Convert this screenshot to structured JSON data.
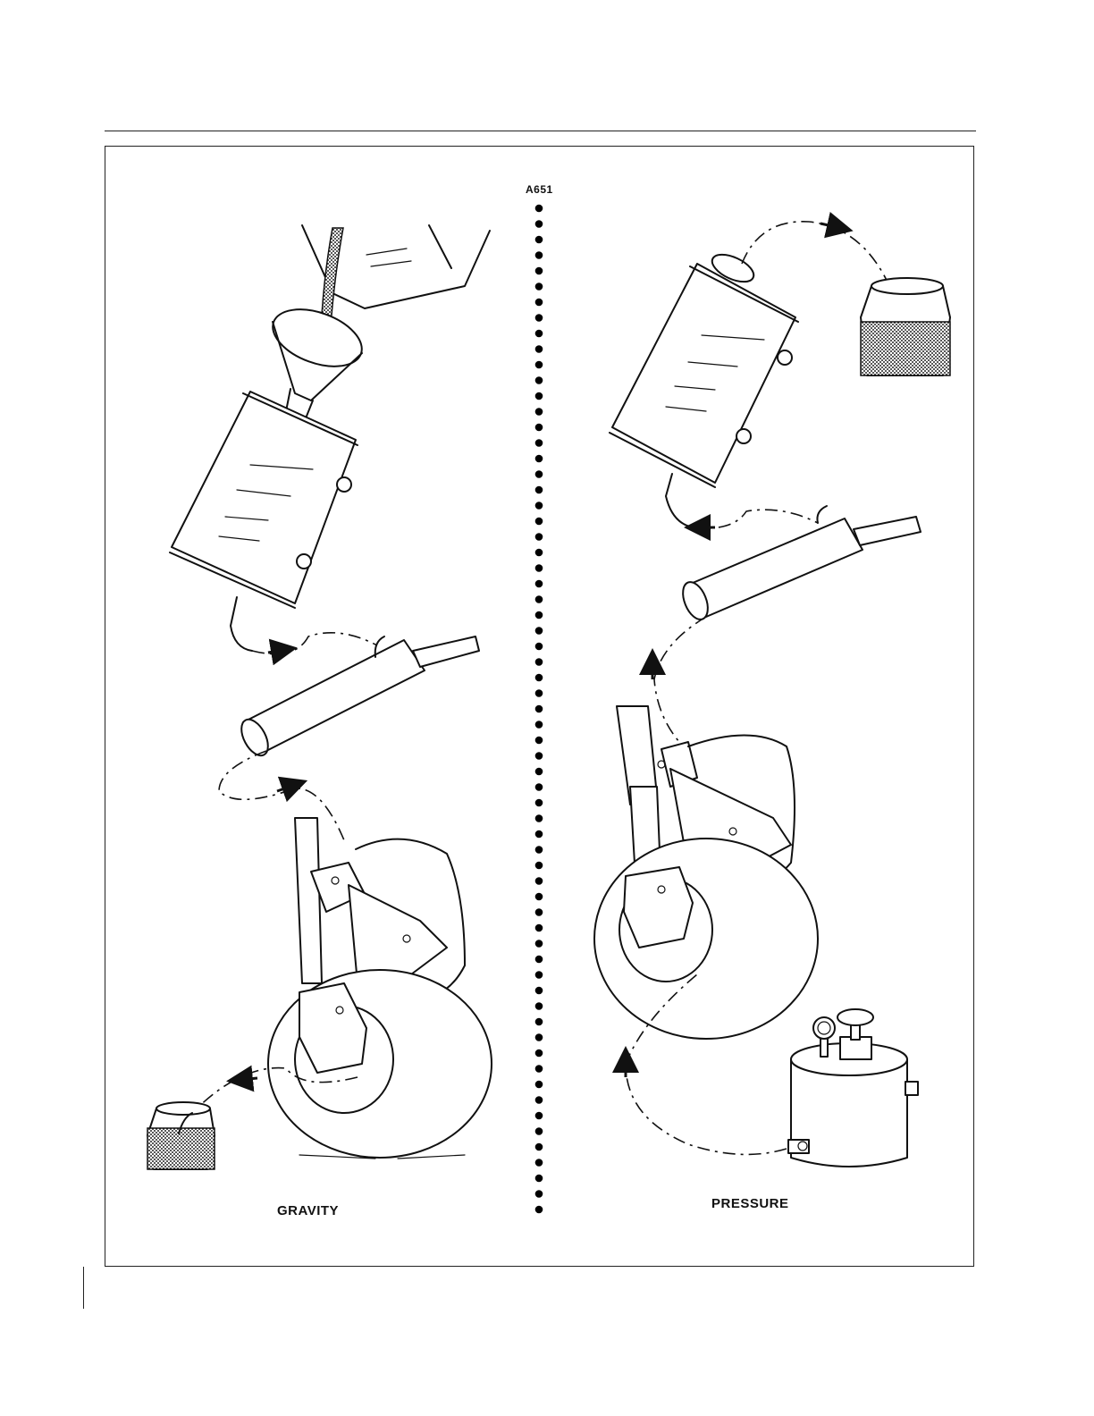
{
  "figure": {
    "code": "A651",
    "gravity_label": "GRAVITY",
    "pressure_label": "PRESSURE"
  },
  "colors": {
    "ink": "#111111",
    "paper": "#ffffff",
    "fluid": "#333333"
  }
}
